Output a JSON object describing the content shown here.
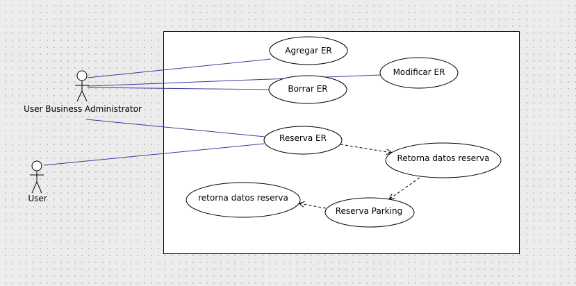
{
  "actors": [
    {
      "id": "admin",
      "label": "User Business Administrator"
    },
    {
      "id": "user",
      "label": "User"
    }
  ],
  "use_cases": [
    {
      "id": "agregar",
      "label": "Agregar ER"
    },
    {
      "id": "modificar",
      "label": "Modificar ER"
    },
    {
      "id": "borrar",
      "label": "Borrar ER"
    },
    {
      "id": "reserva_er",
      "label": "Reserva ER"
    },
    {
      "id": "retorna_datos",
      "label": "Retorna datos reserva"
    },
    {
      "id": "reserva_parking",
      "label": "Reserva Parking"
    },
    {
      "id": "retorna_datos_lower",
      "label": "retorna datos reserva"
    }
  ],
  "associations": [
    {
      "from": "admin",
      "to": "agregar"
    },
    {
      "from": "admin",
      "to": "modificar"
    },
    {
      "from": "admin",
      "to": "borrar"
    },
    {
      "from": "admin",
      "to": "reserva_er"
    },
    {
      "from": "user",
      "to": "reserva_er"
    }
  ],
  "dependencies": [
    {
      "from": "reserva_er",
      "to": "retorna_datos"
    },
    {
      "from": "retorna_datos",
      "to": "reserva_parking"
    },
    {
      "from": "reserva_parking",
      "to": "retorna_datos_lower"
    }
  ],
  "colors": {
    "association_line": "#3a3aa0",
    "outline": "#000000",
    "node_fill": "#ffffff"
  }
}
